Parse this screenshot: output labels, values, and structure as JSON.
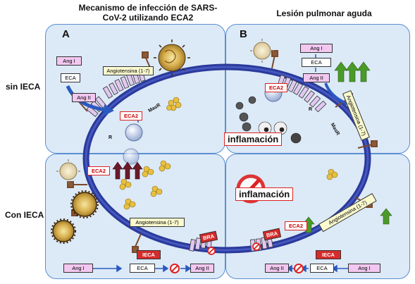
{
  "titles": {
    "left_line1": "Mecanismo de infección de SARS-",
    "left_line2": "CoV-2 utilizando ECA2",
    "right": "Lesión pulmonar aguda"
  },
  "rows": {
    "top": "sin IECA",
    "bottom": "Con IECA"
  },
  "panels": {
    "a": "A",
    "b": "B"
  },
  "panelA": {
    "ang1": "Ang I",
    "eca": "ECA",
    "ang2": "Ang II",
    "angiotensina": "Angiotensina (1-7)",
    "eca2": "ECA2",
    "masr_top": "MasR",
    "masr_bottom": "R"
  },
  "panelB": {
    "ang1": "Ang I",
    "eca": "ECA",
    "ang2": "Ang II",
    "eca2": "ECA2",
    "angiotensina": "Angiotensina (1-7)",
    "inflamacion": "inflamación",
    "masr": "MasR",
    "r_label": "R"
  },
  "panelC": {
    "eca2": "ECA2",
    "angiotensina": "Angiotensina (1-7)",
    "bra": "BRA",
    "ieca": "IECA",
    "ang1": "Ang I",
    "eca": "ECA",
    "ang2": "Ang II"
  },
  "panelD": {
    "inflamacion": "inflamación",
    "bra": "BRA",
    "eca2": "ECA2",
    "angiotensina": "Angiotensina (1-7)",
    "ieca": "IECA",
    "ang2": "Ang II",
    "eca": "ECA",
    "ang1": "Ang I"
  }
}
